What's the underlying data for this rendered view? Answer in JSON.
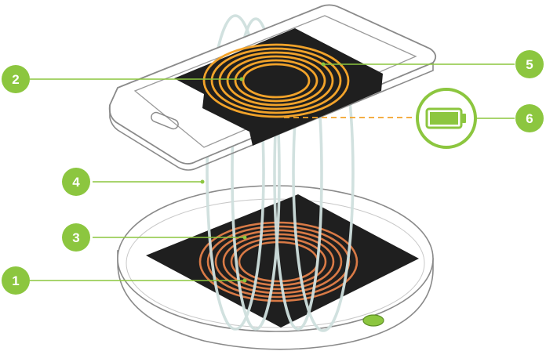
{
  "callouts": [
    {
      "id": "1",
      "label": "1"
    },
    {
      "id": "2",
      "label": "2"
    },
    {
      "id": "3",
      "label": "3"
    },
    {
      "id": "4",
      "label": "4"
    },
    {
      "id": "5",
      "label": "5"
    },
    {
      "id": "6",
      "label": "6"
    }
  ],
  "colors": {
    "callout_green": "#8cc63f",
    "battery_green": "#8cc63f",
    "receiver_coil": "#f2a32a",
    "transmitter_coil": "#d97a46",
    "coil_pad": "#1f1f1f",
    "field_lines": "#cfe0de",
    "outline": "#8a8a8a",
    "dashed_link": "#f2a32a",
    "status_led": "#8cc63f"
  },
  "icons": {
    "battery": "battery-full-icon",
    "phone": "smartphone-icon",
    "charger": "charging-pad-icon"
  }
}
